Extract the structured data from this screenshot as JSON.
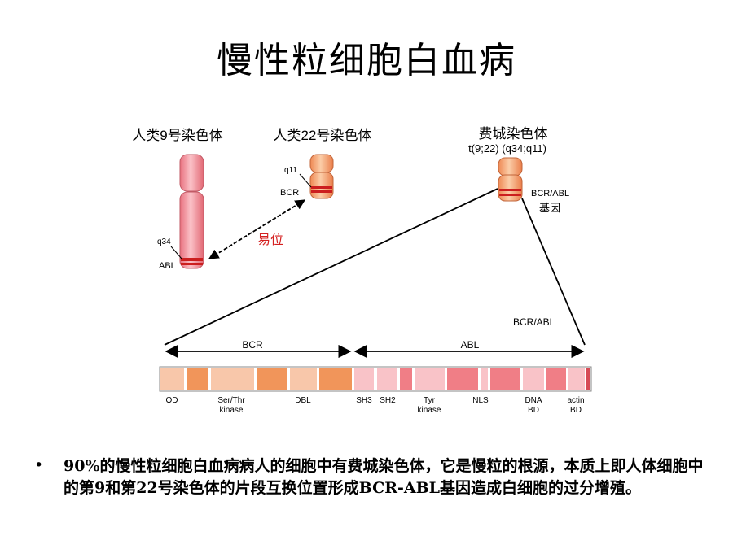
{
  "slide": {
    "title": "慢性粒细胞白血病",
    "bullet_symbol": "•",
    "bullet_text": "90%的慢性粒细胞白血病病人的细胞中有费城染色体，它是慢粒的根源，本质上即人体细胞中的第9和第22号染色体的片段互换位置形成BCR-ABL基因造成白细胞的过分增殖。"
  },
  "diagram": {
    "chr9_label": "人类9号染色体",
    "chr22_label": "人类22号染色体",
    "ph_label": "费城染色体",
    "ph_sublabel": "t(9;22) (q34;q11)",
    "q34": "q34",
    "abl": "ABL",
    "q11": "q11",
    "bcr": "BCR",
    "translocation": "易位",
    "bcr_abl_gene_1": "BCR/ABL",
    "bcr_abl_gene_2": "基因",
    "fusion_label": "BCR/ABL",
    "bcr_span": "BCR",
    "abl_span": "ABL",
    "domains": {
      "od": "OD",
      "serthr_1": "Ser/Thr",
      "serthr_2": "kinase",
      "dbl": "DBL",
      "sh3": "SH3",
      "sh2": "SH2",
      "tyr_1": "Tyr",
      "tyr_2": "kinase",
      "nls": "NLS",
      "dna_1": "DNA",
      "dna_2": "BD",
      "actin_1": "actin",
      "actin_2": "BD"
    },
    "colors": {
      "chr9_fill": "#f08a9a",
      "chr22_fill": "#f4a070",
      "band_red": "#cc1f1f",
      "translocation_text": "#d42020",
      "bcr_segment": "#f1955a",
      "abl_segment": "#f07e86"
    }
  }
}
